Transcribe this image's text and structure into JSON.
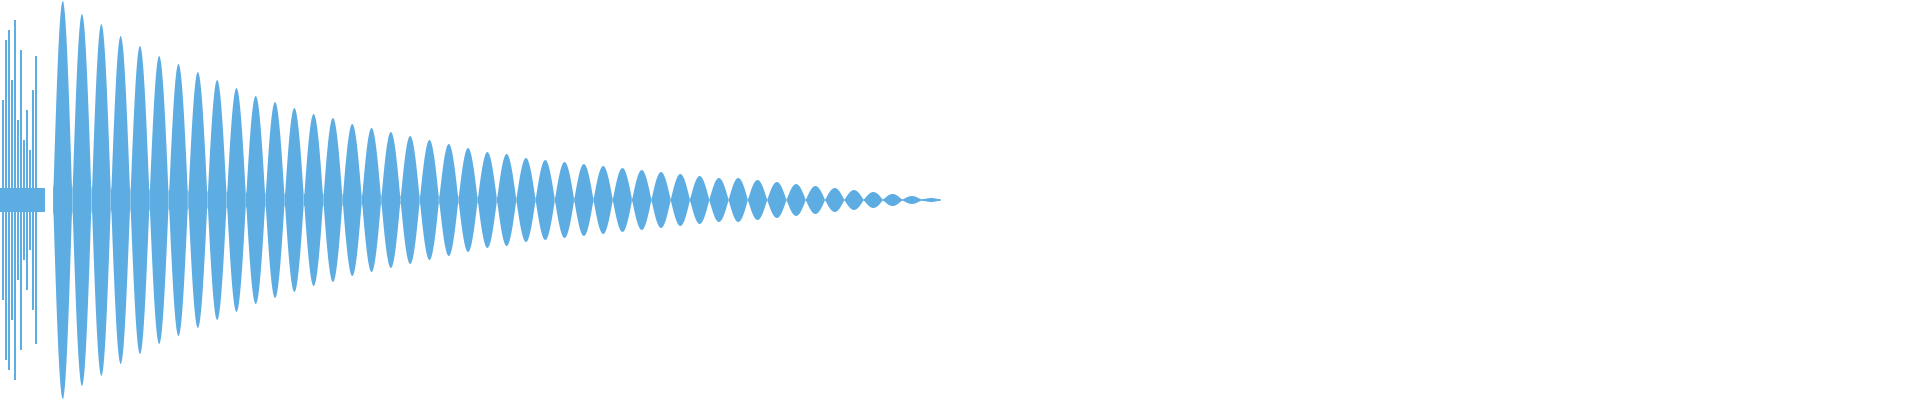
{
  "chart_data": {
    "type": "area",
    "title": "",
    "xlabel": "",
    "ylabel": "",
    "ylim": [
      -1,
      1
    ],
    "grid": false,
    "color": "#5DADE2",
    "background": "#ffffff",
    "onset_amplitudes": [
      0.5,
      0.8,
      0.85,
      0.6,
      0.9,
      0.4,
      0.75,
      0.3,
      0.45,
      0.25,
      0.55,
      0.72
    ],
    "lobe_peak_amplitudes": [
      0.995,
      0.93,
      0.88,
      0.82,
      0.77,
      0.72,
      0.68,
      0.64,
      0.6,
      0.56,
      0.52,
      0.49,
      0.46,
      0.43,
      0.41,
      0.38,
      0.36,
      0.34,
      0.32,
      0.3,
      0.28,
      0.26,
      0.24,
      0.23,
      0.21,
      0.2,
      0.19,
      0.18,
      0.17,
      0.16,
      0.15,
      0.14,
      0.13,
      0.12,
      0.11,
      0.11,
      0.1,
      0.09,
      0.08,
      0.07,
      0.06,
      0.05,
      0.04,
      0.03,
      0.02,
      0.01
    ]
  }
}
